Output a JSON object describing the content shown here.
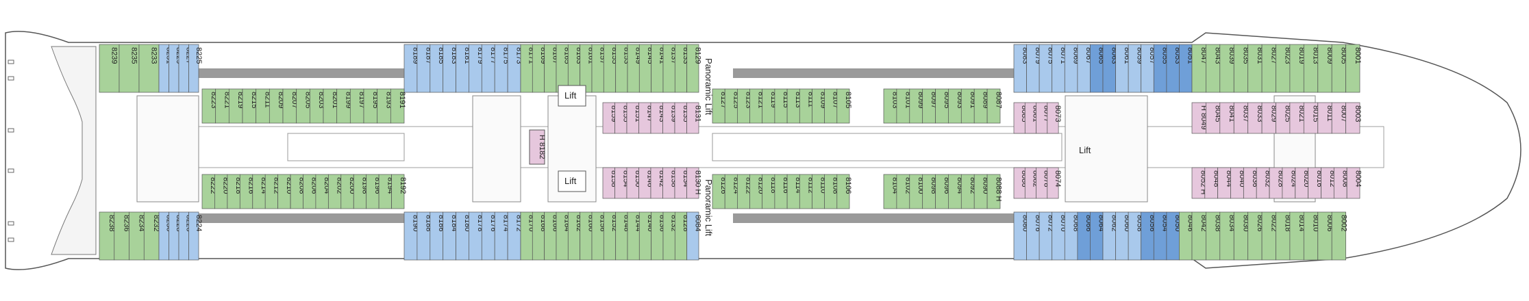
{
  "colors": {
    "inside": "#e6c7dd",
    "oceanview": "#a9c9ec",
    "balcony": "#a8d29a",
    "balcony_dark": "#7fb870",
    "suite_blue": "#6f9fd8",
    "corridor": "#ffffff",
    "service": "#999999",
    "hull": "#ffffff",
    "outline": "#444444"
  },
  "labels": {
    "lift_left_upper": "Lift",
    "lift_left_lower": "Lift",
    "lift_right": "Lift",
    "panoramic_upper": "Panoramic Lift",
    "panoramic_lower": "Panoramic Lift",
    "inside_center": "H 8182"
  },
  "top_outer": [
    {
      "n": "8239",
      "c": "balcony"
    },
    {
      "n": "8235",
      "c": "balcony"
    },
    {
      "n": "8233",
      "c": "balcony"
    },
    {
      "n": "8231",
      "c": "oceanview"
    },
    {
      "n": "8229",
      "c": "oceanview"
    },
    {
      "n": "8227",
      "c": "oceanview"
    },
    {
      "n": "8225",
      "c": "oceanview"
    },
    {
      "n": "8189",
      "c": "oceanview"
    },
    {
      "n": "8187",
      "c": "oceanview"
    },
    {
      "n": "8185",
      "c": "oceanview"
    },
    {
      "n": "8183",
      "c": "oceanview"
    },
    {
      "n": "8181",
      "c": "oceanview"
    },
    {
      "n": "8179",
      "c": "oceanview"
    },
    {
      "n": "8177",
      "c": "oceanview"
    },
    {
      "n": "8175",
      "c": "oceanview"
    },
    {
      "n": "8173",
      "c": "oceanview"
    },
    {
      "n": "8171",
      "c": "balcony"
    },
    {
      "n": "8169",
      "c": "balcony"
    },
    {
      "n": "8167",
      "c": "balcony"
    },
    {
      "n": "8165",
      "c": "balcony"
    },
    {
      "n": "8163",
      "c": "balcony"
    },
    {
      "n": "8161",
      "c": "balcony"
    },
    {
      "n": "8157",
      "c": "balcony"
    },
    {
      "n": "8155",
      "c": "balcony"
    },
    {
      "n": "8153",
      "c": "balcony"
    },
    {
      "n": "8149",
      "c": "balcony"
    },
    {
      "n": "8145",
      "c": "balcony"
    },
    {
      "n": "8141",
      "c": "balcony"
    },
    {
      "n": "8137",
      "c": "balcony"
    },
    {
      "n": "8133",
      "c": "balcony"
    },
    {
      "n": "8129",
      "c": "balcony"
    },
    {
      "n": "8083",
      "c": "oceanview"
    },
    {
      "n": "8079",
      "c": "oceanview"
    },
    {
      "n": "8075",
      "c": "oceanview"
    },
    {
      "n": "8071",
      "c": "oceanview"
    },
    {
      "n": "8069",
      "c": "oceanview"
    },
    {
      "n": "8067",
      "c": "oceanview"
    },
    {
      "n": "8065",
      "c": "suite_blue"
    },
    {
      "n": "8063",
      "c": "suite_blue"
    },
    {
      "n": "8061",
      "c": "oceanview"
    },
    {
      "n": "8059",
      "c": "oceanview"
    },
    {
      "n": "8057",
      "c": "oceanview"
    },
    {
      "n": "8055",
      "c": "suite_blue"
    },
    {
      "n": "8053",
      "c": "suite_blue"
    },
    {
      "n": "8051",
      "c": "suite_blue"
    },
    {
      "n": "8047",
      "c": "balcony"
    },
    {
      "n": "8043",
      "c": "balcony"
    },
    {
      "n": "8039",
      "c": "balcony"
    },
    {
      "n": "8035",
      "c": "balcony"
    },
    {
      "n": "8031",
      "c": "balcony"
    },
    {
      "n": "8027",
      "c": "balcony"
    },
    {
      "n": "8023",
      "c": "balcony"
    },
    {
      "n": "8019",
      "c": "balcony"
    },
    {
      "n": "8013",
      "c": "balcony"
    },
    {
      "n": "8009",
      "c": "balcony"
    },
    {
      "n": "8005",
      "c": "balcony"
    },
    {
      "n": "8001",
      "c": "balcony"
    }
  ],
  "top_inner": [
    {
      "n": "8223",
      "c": "balcony"
    },
    {
      "n": "8221",
      "c": "balcony"
    },
    {
      "n": "8219",
      "c": "balcony"
    },
    {
      "n": "8215",
      "c": "balcony"
    },
    {
      "n": "8211",
      "c": "balcony"
    },
    {
      "n": "8209",
      "c": "balcony"
    },
    {
      "n": "8207",
      "c": "balcony"
    },
    {
      "n": "8205",
      "c": "balcony"
    },
    {
      "n": "8203",
      "c": "balcony"
    },
    {
      "n": "8201",
      "c": "balcony"
    },
    {
      "n": "8199",
      "c": "balcony"
    },
    {
      "n": "8197",
      "c": "balcony"
    },
    {
      "n": "8195",
      "c": "balcony"
    },
    {
      "n": "8193",
      "c": "balcony"
    },
    {
      "n": "8191",
      "c": "balcony"
    },
    {
      "n": "8127",
      "c": "balcony"
    },
    {
      "n": "8125",
      "c": "balcony"
    },
    {
      "n": "8123",
      "c": "balcony"
    },
    {
      "n": "8121",
      "c": "balcony"
    },
    {
      "n": "8119",
      "c": "balcony"
    },
    {
      "n": "8115",
      "c": "balcony"
    },
    {
      "n": "8113",
      "c": "balcony"
    },
    {
      "n": "8111",
      "c": "balcony"
    },
    {
      "n": "8109",
      "c": "balcony"
    },
    {
      "n": "8107",
      "c": "balcony"
    },
    {
      "n": "8105",
      "c": "balcony"
    },
    {
      "n": "8103",
      "c": "balcony"
    },
    {
      "n": "8101",
      "c": "balcony"
    },
    {
      "n": "8099",
      "c": "balcony"
    },
    {
      "n": "8097",
      "c": "balcony"
    },
    {
      "n": "8095",
      "c": "balcony"
    },
    {
      "n": "8093",
      "c": "balcony"
    },
    {
      "n": "8091",
      "c": "balcony"
    },
    {
      "n": "8089",
      "c": "balcony"
    },
    {
      "n": "8087",
      "c": "balcony"
    }
  ],
  "top_inside": [
    {
      "n": "8159",
      "c": "inside"
    },
    {
      "n": "8155",
      "c": "inside"
    },
    {
      "n": "8151",
      "c": "inside"
    },
    {
      "n": "8147",
      "c": "inside"
    },
    {
      "n": "8143",
      "c": "inside"
    },
    {
      "n": "8139",
      "c": "inside"
    },
    {
      "n": "8135",
      "c": "inside"
    },
    {
      "n": "8131",
      "c": "inside"
    },
    {
      "n": "8085",
      "c": "inside"
    },
    {
      "n": "8081",
      "c": "inside"
    },
    {
      "n": "8077",
      "c": "inside"
    },
    {
      "n": "8073",
      "c": "inside"
    },
    {
      "n": "H 8049",
      "c": "inside"
    },
    {
      "n": "8045",
      "c": "inside"
    },
    {
      "n": "8041",
      "c": "inside"
    },
    {
      "n": "8037",
      "c": "inside"
    },
    {
      "n": "8033",
      "c": "inside"
    },
    {
      "n": "8029",
      "c": "inside"
    },
    {
      "n": "8025",
      "c": "inside"
    },
    {
      "n": "8021",
      "c": "inside"
    },
    {
      "n": "8015",
      "c": "inside"
    },
    {
      "n": "8011",
      "c": "inside"
    },
    {
      "n": "8007",
      "c": "inside"
    },
    {
      "n": "8003",
      "c": "inside"
    }
  ],
  "bottom_inside": [
    {
      "n": "8158",
      "c": "inside"
    },
    {
      "n": "8154",
      "c": "inside"
    },
    {
      "n": "8150",
      "c": "inside"
    },
    {
      "n": "8146",
      "c": "inside"
    },
    {
      "n": "8142",
      "c": "inside"
    },
    {
      "n": "8138",
      "c": "inside"
    },
    {
      "n": "8134",
      "c": "inside"
    },
    {
      "n": "8130 H",
      "c": "inside"
    },
    {
      "n": "8086",
      "c": "inside"
    },
    {
      "n": "8082",
      "c": "inside"
    },
    {
      "n": "8078",
      "c": "inside"
    },
    {
      "n": "8074",
      "c": "inside"
    },
    {
      "n": "8052 H",
      "c": "inside"
    },
    {
      "n": "8048",
      "c": "inside"
    },
    {
      "n": "8044",
      "c": "inside"
    },
    {
      "n": "8040",
      "c": "inside"
    },
    {
      "n": "8036",
      "c": "inside"
    },
    {
      "n": "8032",
      "c": "inside"
    },
    {
      "n": "8028",
      "c": "inside"
    },
    {
      "n": "8024",
      "c": "inside"
    },
    {
      "n": "8020",
      "c": "inside"
    },
    {
      "n": "8016",
      "c": "inside"
    },
    {
      "n": "8012",
      "c": "inside"
    },
    {
      "n": "8008",
      "c": "inside"
    },
    {
      "n": "8004",
      "c": "inside"
    }
  ],
  "bottom_inner": [
    {
      "n": "8222",
      "c": "balcony"
    },
    {
      "n": "8220",
      "c": "balcony"
    },
    {
      "n": "8218",
      "c": "balcony"
    },
    {
      "n": "8216",
      "c": "balcony"
    },
    {
      "n": "8214",
      "c": "balcony"
    },
    {
      "n": "8212",
      "c": "balcony"
    },
    {
      "n": "8210",
      "c": "balcony"
    },
    {
      "n": "8208",
      "c": "balcony"
    },
    {
      "n": "8206",
      "c": "balcony"
    },
    {
      "n": "8204",
      "c": "balcony"
    },
    {
      "n": "8202",
      "c": "balcony"
    },
    {
      "n": "8200",
      "c": "balcony"
    },
    {
      "n": "8198",
      "c": "balcony"
    },
    {
      "n": "8196",
      "c": "balcony"
    },
    {
      "n": "8194",
      "c": "balcony"
    },
    {
      "n": "8192",
      "c": "balcony"
    },
    {
      "n": "8126",
      "c": "balcony"
    },
    {
      "n": "8124",
      "c": "balcony"
    },
    {
      "n": "8122",
      "c": "balcony"
    },
    {
      "n": "8120",
      "c": "balcony"
    },
    {
      "n": "8118",
      "c": "balcony"
    },
    {
      "n": "8116",
      "c": "balcony"
    },
    {
      "n": "8114",
      "c": "balcony"
    },
    {
      "n": "8112",
      "c": "balcony"
    },
    {
      "n": "8110",
      "c": "balcony"
    },
    {
      "n": "8108",
      "c": "balcony"
    },
    {
      "n": "8106",
      "c": "balcony"
    },
    {
      "n": "8104",
      "c": "balcony"
    },
    {
      "n": "8102",
      "c": "balcony"
    },
    {
      "n": "8100",
      "c": "balcony"
    },
    {
      "n": "8098",
      "c": "balcony"
    },
    {
      "n": "8096",
      "c": "balcony"
    },
    {
      "n": "8094",
      "c": "balcony"
    },
    {
      "n": "8092",
      "c": "balcony"
    },
    {
      "n": "8090",
      "c": "balcony"
    },
    {
      "n": "8088 H",
      "c": "balcony"
    }
  ],
  "bottom_outer": [
    {
      "n": "8238",
      "c": "balcony"
    },
    {
      "n": "8236",
      "c": "balcony"
    },
    {
      "n": "8234",
      "c": "balcony"
    },
    {
      "n": "8232",
      "c": "balcony"
    },
    {
      "n": "8230",
      "c": "oceanview"
    },
    {
      "n": "8228",
      "c": "oceanview"
    },
    {
      "n": "8226",
      "c": "oceanview"
    },
    {
      "n": "8224",
      "c": "oceanview"
    },
    {
      "n": "8190",
      "c": "oceanview"
    },
    {
      "n": "8188",
      "c": "oceanview"
    },
    {
      "n": "8186",
      "c": "oceanview"
    },
    {
      "n": "8184",
      "c": "oceanview"
    },
    {
      "n": "8180",
      "c": "oceanview"
    },
    {
      "n": "8178",
      "c": "oceanview"
    },
    {
      "n": "8176",
      "c": "oceanview"
    },
    {
      "n": "8174",
      "c": "oceanview"
    },
    {
      "n": "8172",
      "c": "oceanview"
    },
    {
      "n": "8170",
      "c": "balcony"
    },
    {
      "n": "8168",
      "c": "balcony"
    },
    {
      "n": "8166",
      "c": "balcony"
    },
    {
      "n": "8164",
      "c": "balcony"
    },
    {
      "n": "8162",
      "c": "balcony"
    },
    {
      "n": "8160",
      "c": "balcony"
    },
    {
      "n": "8156",
      "c": "balcony"
    },
    {
      "n": "8152",
      "c": "balcony"
    },
    {
      "n": "8148",
      "c": "balcony"
    },
    {
      "n": "8144",
      "c": "balcony"
    },
    {
      "n": "8140",
      "c": "balcony"
    },
    {
      "n": "8136",
      "c": "balcony"
    },
    {
      "n": "8132",
      "c": "balcony"
    },
    {
      "n": "8128",
      "c": "balcony"
    },
    {
      "n": "8084",
      "c": "oceanview"
    },
    {
      "n": "8080",
      "c": "oceanview"
    },
    {
      "n": "8076",
      "c": "oceanview"
    },
    {
      "n": "8072",
      "c": "oceanview"
    },
    {
      "n": "8070",
      "c": "oceanview"
    },
    {
      "n": "8068",
      "c": "oceanview"
    },
    {
      "n": "8066",
      "c": "suite_blue"
    },
    {
      "n": "8064",
      "c": "suite_blue"
    },
    {
      "n": "8062",
      "c": "oceanview"
    },
    {
      "n": "8060",
      "c": "oceanview"
    },
    {
      "n": "8058",
      "c": "oceanview"
    },
    {
      "n": "8056",
      "c": "suite_blue"
    },
    {
      "n": "8054",
      "c": "suite_blue"
    },
    {
      "n": "8050",
      "c": "suite_blue"
    },
    {
      "n": "8046",
      "c": "balcony"
    },
    {
      "n": "8042",
      "c": "balcony"
    },
    {
      "n": "8038",
      "c": "balcony"
    },
    {
      "n": "8034",
      "c": "balcony"
    },
    {
      "n": "8030",
      "c": "balcony"
    },
    {
      "n": "8026",
      "c": "balcony"
    },
    {
      "n": "8022",
      "c": "balcony"
    },
    {
      "n": "8018",
      "c": "balcony"
    },
    {
      "n": "8014",
      "c": "balcony"
    },
    {
      "n": "8010",
      "c": "balcony"
    },
    {
      "n": "8006",
      "c": "balcony"
    },
    {
      "n": "8002",
      "c": "balcony"
    }
  ]
}
